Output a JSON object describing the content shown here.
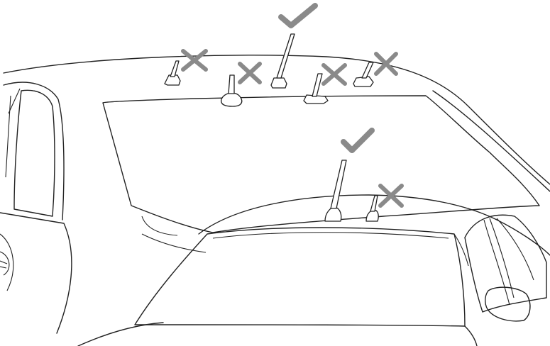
{
  "colors": {
    "line": "#222222",
    "mark": "#8a8a8a",
    "background": "#ffffff"
  },
  "marks": [
    {
      "name": "rear-car-antenna-1",
      "result": "x-mark"
    },
    {
      "name": "rear-car-antenna-2",
      "result": "x-mark"
    },
    {
      "name": "rear-car-antenna-3",
      "result": "check-mark"
    },
    {
      "name": "rear-car-antenna-4",
      "result": "x-mark"
    },
    {
      "name": "rear-car-antenna-5",
      "result": "x-mark"
    },
    {
      "name": "front-car-antenna-1",
      "result": "check-mark"
    },
    {
      "name": "front-car-antenna-2",
      "result": "x-mark"
    }
  ]
}
